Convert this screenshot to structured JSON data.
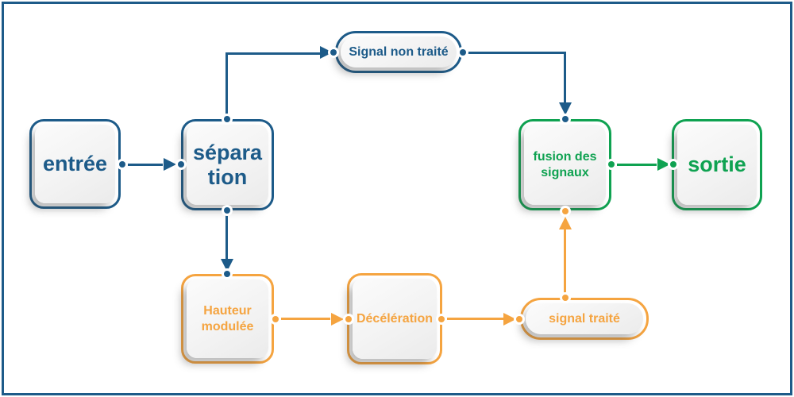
{
  "palette": {
    "blue": "#1d5b89",
    "orange": "#f5a440",
    "green": "#0fa251",
    "card_fill": "#f1f1f1",
    "background": "#ffffff"
  },
  "nodes": {
    "entree": {
      "label": "entrée",
      "color": "blue"
    },
    "separation": {
      "label": "sépara\ntion",
      "color": "blue"
    },
    "signal_non_traite": {
      "label": "Signal non traité",
      "color": "blue"
    },
    "fusion": {
      "label": "fusion des\nsignaux",
      "color": "green"
    },
    "sortie": {
      "label": "sortie",
      "color": "green"
    },
    "hauteur": {
      "label": "Hauteur\nmodulée",
      "color": "orange"
    },
    "deceleration": {
      "label": "Décélération",
      "color": "orange"
    },
    "signal_traite": {
      "label": "signal traité",
      "color": "orange"
    }
  },
  "edges": [
    {
      "from": "entrée",
      "to": "séparation",
      "color": "blue"
    },
    {
      "from": "séparation",
      "to": "Signal non traité",
      "color": "blue"
    },
    {
      "from": "Signal non traité",
      "to": "fusion des signaux",
      "color": "blue"
    },
    {
      "from": "séparation",
      "to": "Hauteur modulée",
      "color": "blue"
    },
    {
      "from": "Hauteur modulée",
      "to": "Décélération",
      "color": "orange"
    },
    {
      "from": "Décélération",
      "to": "signal traité",
      "color": "orange"
    },
    {
      "from": "signal traité",
      "to": "fusion des signaux",
      "color": "orange"
    },
    {
      "from": "fusion des signaux",
      "to": "sortie",
      "color": "green"
    }
  ]
}
